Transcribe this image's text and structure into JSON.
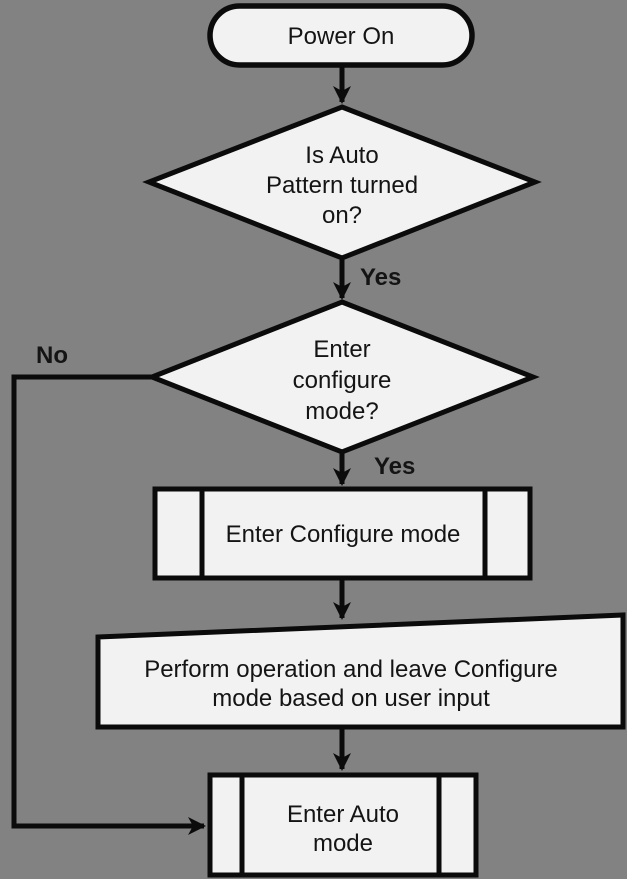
{
  "colors": {
    "background": "#828282",
    "shape_fill": "#f2f2f2",
    "stroke": "#0b0b0b",
    "text": "#141414"
  },
  "flowchart": {
    "start": {
      "label": "Power On"
    },
    "decision_auto_pattern": {
      "line1": "Is Auto",
      "line2": "Pattern turned",
      "line3": "on?"
    },
    "edge_auto_pattern_yes": {
      "label": "Yes"
    },
    "decision_enter_configure": {
      "line1": "Enter",
      "line2": "configure",
      "line3": "mode?"
    },
    "edge_configure_yes": {
      "label": "Yes"
    },
    "edge_configure_no": {
      "label": "No"
    },
    "process_enter_configure": {
      "label": "Enter Configure mode"
    },
    "operation_perform": {
      "line1": "Perform operation and leave Configure",
      "line2": "mode based on user input"
    },
    "process_enter_auto": {
      "line1": "Enter Auto",
      "line2": "mode"
    }
  }
}
